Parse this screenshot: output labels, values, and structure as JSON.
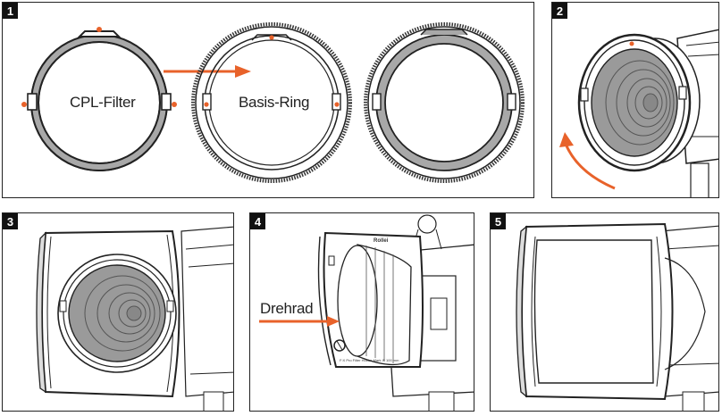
{
  "panels": [
    {
      "number": "1"
    },
    {
      "number": "2"
    },
    {
      "number": "3"
    },
    {
      "number": "4"
    },
    {
      "number": "5"
    }
  ],
  "labels": {
    "cpl_filter": "CPL-Filter",
    "basis_ring": "Basis-Ring",
    "drehrad": "Drehrad"
  },
  "colors": {
    "accent": "#e8622a",
    "outline": "#222222",
    "ring_gray": "#a8a8a8",
    "lens_gray": "#9a9a9a"
  },
  "holder_text": {
    "brand": "Rollei",
    "model": "F:X Pro Filter Holder Mark III 100 mm"
  }
}
